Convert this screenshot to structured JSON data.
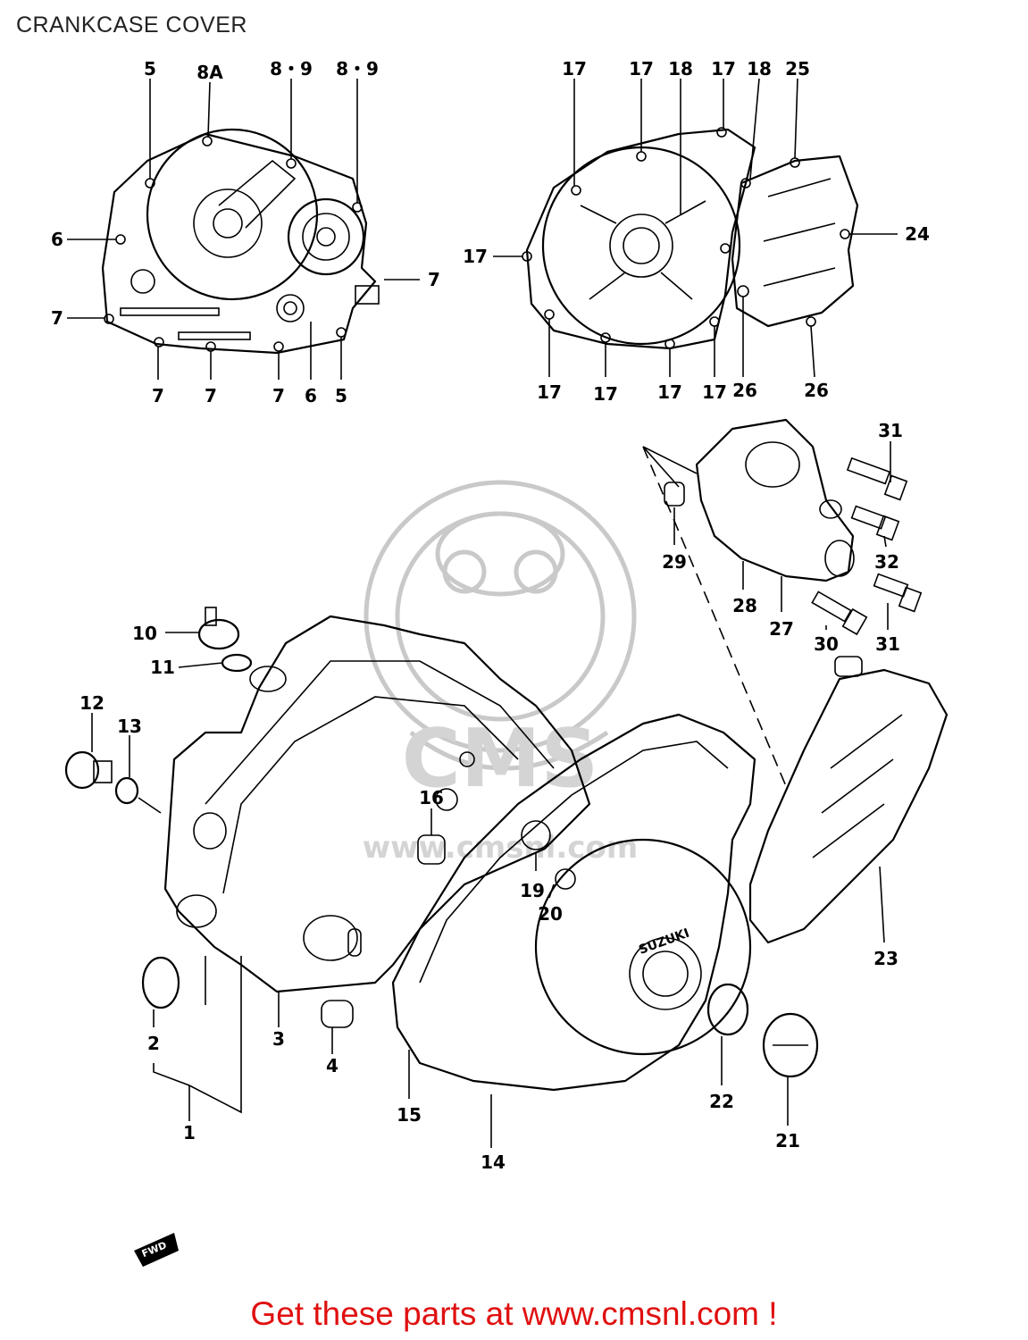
{
  "header": {
    "title": "CRANKCASE COVER"
  },
  "footer": {
    "text": "Get these parts at www.cmsnl.com !"
  },
  "watermark": {
    "text": "www.cmsnl.com"
  },
  "callouts": {
    "c5a": "5",
    "c8a": "8A",
    "c89a": "8・9",
    "c89b": "8・9",
    "c6a": "6",
    "c7a": "7",
    "c7b": "7",
    "c7c": "7",
    "c7d": "7",
    "c7e": "7",
    "c6b": "6",
    "c5b": "5",
    "c17a": "17",
    "c17b": "17",
    "c18a": "18",
    "c17c": "17",
    "c18b": "18",
    "c25": "25",
    "c24": "24",
    "c17d": "17",
    "c17e": "17",
    "c17f": "17",
    "c17g": "17",
    "c17h": "17",
    "c26a": "26",
    "c26b": "26",
    "c31a": "31",
    "c29": "29",
    "c32": "32",
    "c28": "28",
    "c27": "27",
    "c30": "30",
    "c31b": "31",
    "c10": "10",
    "c11": "11",
    "c12": "12",
    "c13": "13",
    "c16": "16",
    "c19": "19",
    "c20": "20",
    "c2": "2",
    "c3": "3",
    "c4": "4",
    "c1": "1",
    "c15": "15",
    "c14": "14",
    "c22": "22",
    "c21": "21",
    "c23": "23"
  },
  "colors": {
    "line": "#000000",
    "footer": "#e01010",
    "watermark": "#c9c9c9"
  }
}
